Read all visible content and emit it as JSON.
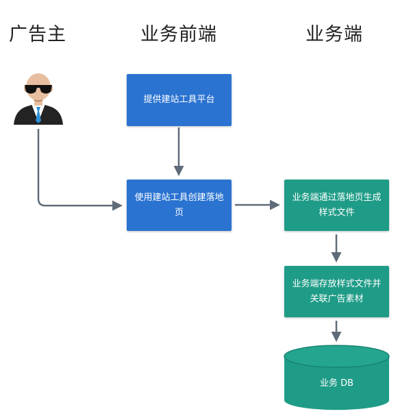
{
  "columns": {
    "advertiser": "广告主",
    "frontend": "业务前端",
    "business": "业务端"
  },
  "nodes": {
    "provide_platform": "提供建站工具平台",
    "create_landing": "使用建站工具创建落地页",
    "generate_style": "业务端通过落地页生成样式文件",
    "store_files": "业务端存放样式文件并关联广告素材",
    "database": "业务 DB"
  },
  "colors": {
    "blue_box": "#2a73d1",
    "teal_box": "#1f9c87",
    "arrow": "#5f6b78"
  },
  "icons": {
    "advertiser": "person-with-sunglasses-icon"
  }
}
